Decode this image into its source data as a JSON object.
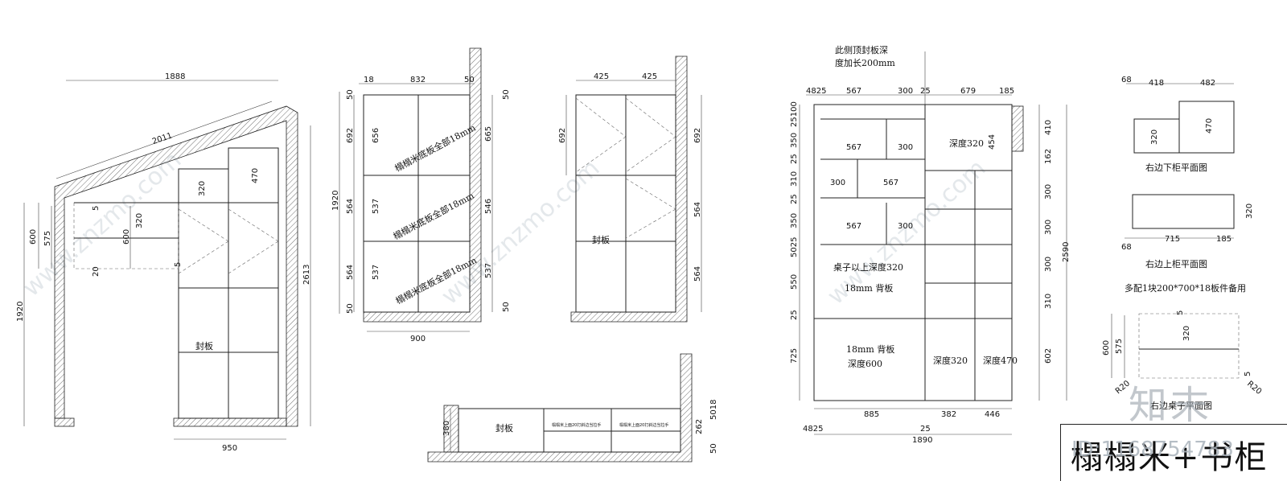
{
  "title": "榻榻米+书柜",
  "image_id_text": "ID:1168754783",
  "logo_text": "知末",
  "watermark": "www.znzmo.com",
  "view1": {
    "dims": [
      "1888",
      "2011",
      "600",
      "575",
      "5",
      "320",
      "600",
      "20",
      "5",
      "320",
      "470",
      "1920",
      "2613",
      "950"
    ],
    "label": "封板"
  },
  "view2": {
    "dims_top": [
      "18",
      "832",
      "50"
    ],
    "dims_left": [
      "50",
      "692",
      "656",
      "1920",
      "564",
      "537",
      "564",
      "537",
      "50"
    ],
    "dims_right": [
      "50",
      "665",
      "546",
      "537",
      "50"
    ],
    "dims_bottom": [
      "900"
    ],
    "notes": [
      "榻榻米底板全部18mm",
      "榻榻米底板全部18mm",
      "榻榻米底板全部18mm"
    ]
  },
  "view3": {
    "dims_top": [
      "425",
      "425"
    ],
    "dims_left": [
      "692"
    ],
    "dims_right": [
      "692",
      "564",
      "564"
    ],
    "label": "封板"
  },
  "view4": {
    "dims_left": [
      "380"
    ],
    "dims_right": [
      "5018",
      "262",
      "50"
    ],
    "label": "封板",
    "notes": [
      "榻榻米上面20打斜边当拉手",
      "榻榻米上面20打斜边当拉手"
    ]
  },
  "view5": {
    "note_top": [
      "此侧顶封板深",
      "度加长200mm"
    ],
    "dims_top": [
      "4825",
      "567",
      "300",
      "25",
      "679",
      "185"
    ],
    "dims_inner": [
      "567",
      "300",
      "300",
      "567",
      "567",
      "300"
    ],
    "dims_left": [
      "25100",
      "350",
      "25",
      "310",
      "25",
      "350",
      "5025",
      "550",
      "25",
      "725"
    ],
    "dims_right": [
      "410",
      "162",
      "300",
      "300",
      "300",
      "310",
      "602",
      "2590"
    ],
    "dims_bottom": [
      "885",
      "382",
      "446",
      "4825",
      "25",
      "1890"
    ],
    "side_dim": "454",
    "labels": [
      "深度320",
      "桌子以上深度320",
      "18mm 背板",
      "18mm 背板",
      "深度600",
      "深度320",
      "深度470"
    ]
  },
  "plans": {
    "plan1": {
      "dims": [
        "68",
        "418",
        "482",
        "320",
        "470"
      ],
      "title": "右边下柜平面图"
    },
    "plan2": {
      "dims": [
        "320",
        "68",
        "715",
        "185"
      ],
      "title": "右边上柜平面图"
    },
    "extra_note": "多配1块200*700*18板件备用",
    "plan3": {
      "dims": [
        "5",
        "320",
        "600",
        "575",
        "R20",
        "R20",
        "5"
      ],
      "title": "右边桌子平面图"
    }
  }
}
